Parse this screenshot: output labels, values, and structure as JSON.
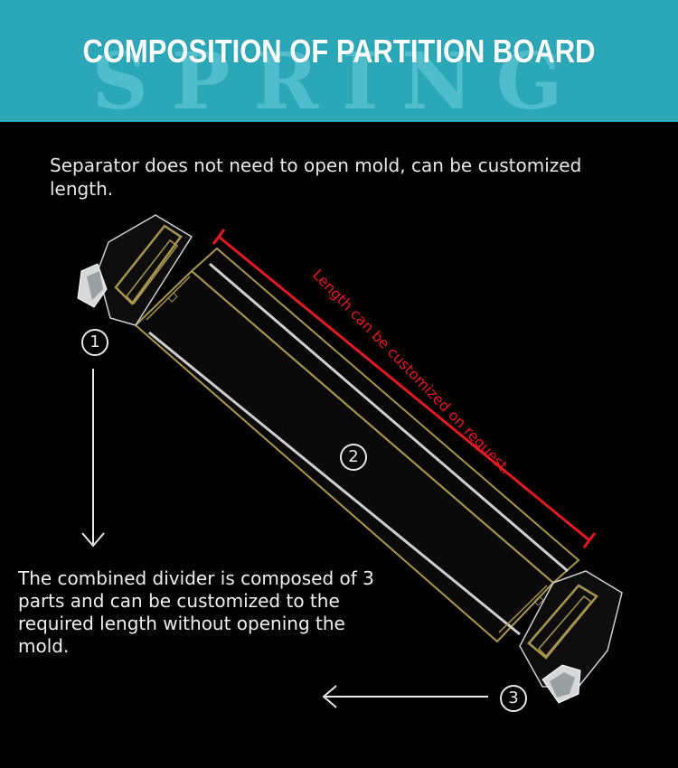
{
  "banner": {
    "title": "COMPOSITION OF PARTITION BOARD",
    "watermark": "SPRING",
    "color": "#2ba7b8"
  },
  "intro_text": "Separator does not need to open mold, can be customized length.",
  "length_note": "Length can be customized on request.",
  "length_note_color": "#e31b23",
  "parts": [
    {
      "number": "1"
    },
    {
      "number": "2"
    },
    {
      "number": "3"
    }
  ],
  "description": "The combined divider is composed of 3 parts and can be customized to the required length without opening the mold.",
  "icons": [
    "down-arrow-icon",
    "left-arrow-icon"
  ]
}
